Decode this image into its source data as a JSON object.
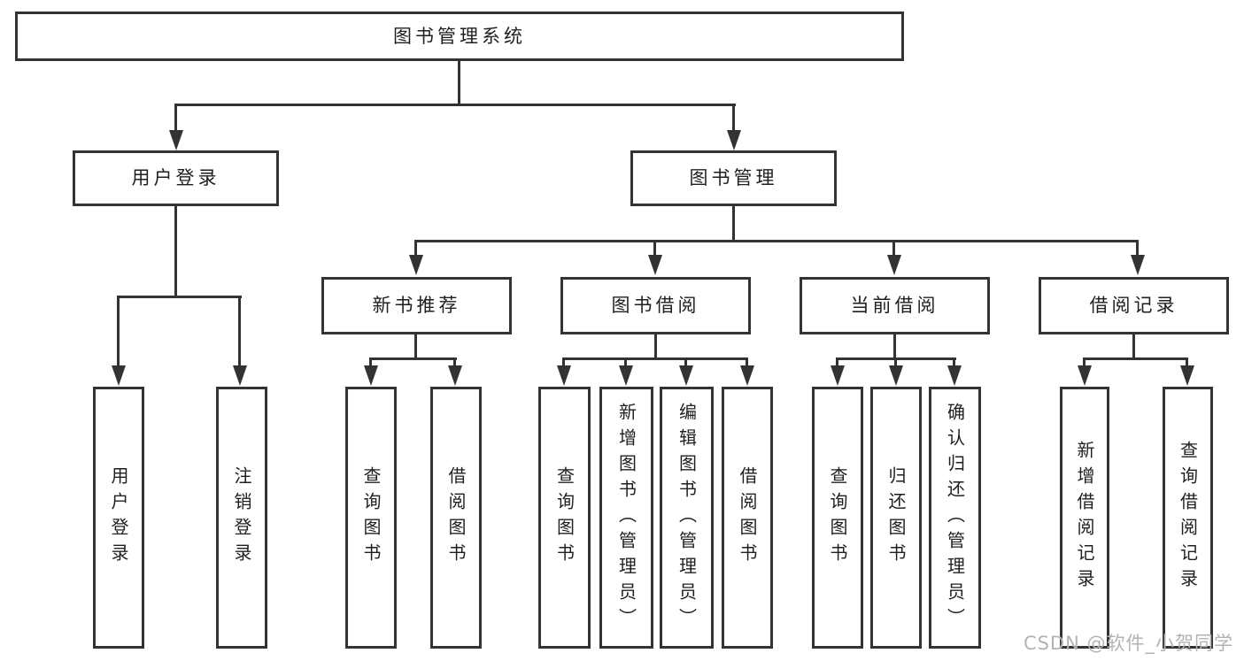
{
  "diagram": {
    "title": "Library management system feature tree",
    "root": {
      "label": "图书管理系统"
    },
    "branches": [
      {
        "label": "用户登录",
        "children": [
          {
            "label": "用户登录"
          },
          {
            "label": "注销登录"
          }
        ]
      },
      {
        "label": "图书管理",
        "children": [
          {
            "label": "新书推荐",
            "children": [
              {
                "label": "查询图书"
              },
              {
                "label": "借阅图书"
              }
            ]
          },
          {
            "label": "图书借阅",
            "children": [
              {
                "label": "查询图书"
              },
              {
                "label": "新增图书（管理员）"
              },
              {
                "label": "编辑图书（管理员）"
              },
              {
                "label": "借阅图书"
              }
            ]
          },
          {
            "label": "当前借阅",
            "children": [
              {
                "label": "查询图书"
              },
              {
                "label": "归还图书"
              },
              {
                "label": "确认归还（管理员）"
              }
            ]
          },
          {
            "label": "借阅记录",
            "children": [
              {
                "label": "新增借阅记录"
              },
              {
                "label": "查询借阅记录"
              }
            ]
          }
        ]
      }
    ]
  },
  "watermark": {
    "text": "CSDN @软件_小贺同学"
  },
  "colors": {
    "line": "#333333",
    "text": "#1f1f1f",
    "watermark": "#b3b3b3",
    "background": "#ffffff"
  }
}
